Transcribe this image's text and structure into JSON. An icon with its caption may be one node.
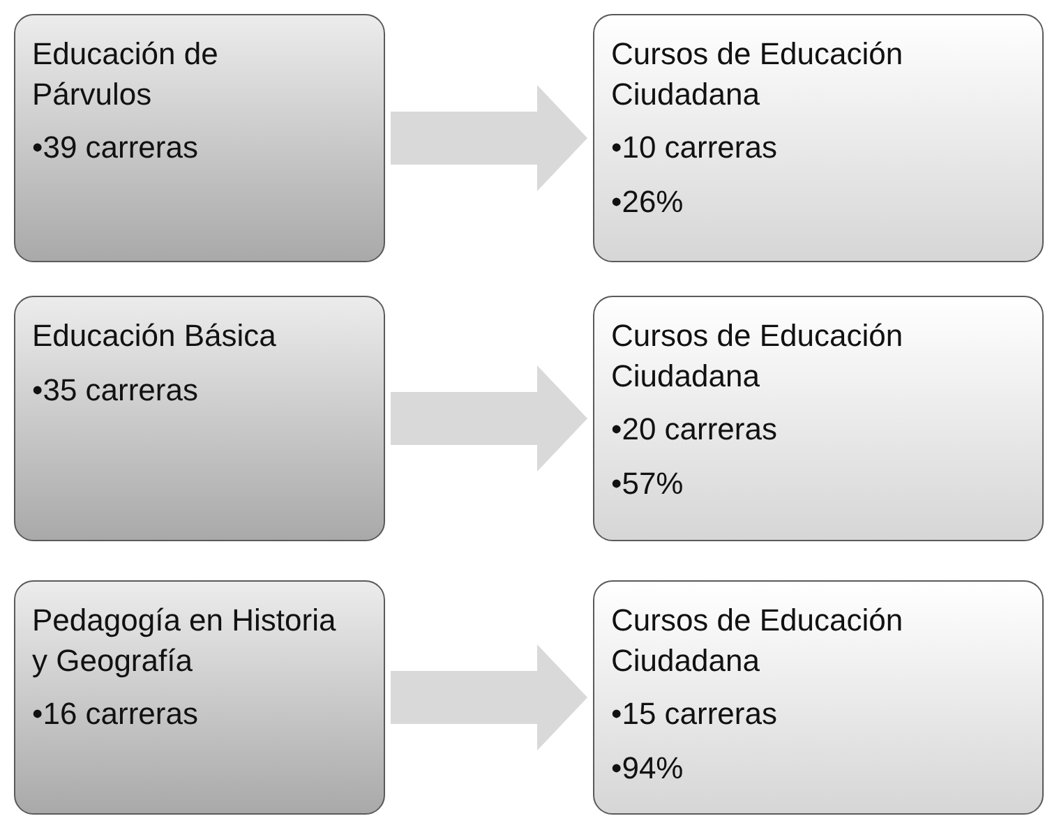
{
  "diagram": {
    "nodes": [
      {
        "text": [
          "Educación de Párvulos",
          "•39 carreras"
        ]
      },
      {
        "text": [
          "Cursos de Educación Ciudadana",
          "•10 carreras",
          "•26%"
        ]
      },
      {
        "text": [
          "Educación Básica",
          "•35 carreras"
        ]
      },
      {
        "text": [
          "Cursos de Educación Ciudadana",
          "•20 carreras",
          "•57%"
        ]
      },
      {
        "text": [
          "Pedagogía en Historia y Geografía",
          "•16 carreras"
        ]
      },
      {
        "text": [
          "Cursos de Educación Ciudadana",
          "•15 carreras",
          "•94%"
        ]
      }
    ],
    "edges": [
      {
        "from": 0,
        "to": 1,
        "arrow": "to"
      },
      {
        "from": 2,
        "to": 3,
        "arrow": "to"
      },
      {
        "from": 4,
        "to": 5,
        "arrow": "to"
      }
    ]
  }
}
